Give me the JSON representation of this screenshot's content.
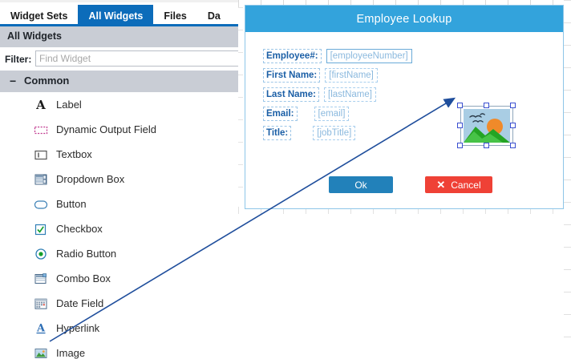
{
  "tabs": [
    {
      "label": "Widget Sets",
      "active": false
    },
    {
      "label": "All Widgets",
      "active": true
    },
    {
      "label": "Files",
      "active": false
    },
    {
      "label": "Da",
      "active": false
    }
  ],
  "panel": {
    "header_title": "All Widgets",
    "filter_label": "Filter:",
    "filter_placeholder": "Find Widget",
    "filter_value": "",
    "group": {
      "collapse_glyph": "−",
      "label": "Common"
    },
    "items": [
      {
        "label": "Label",
        "icon": "label-icon"
      },
      {
        "label": "Dynamic Output Field",
        "icon": "dynamic-output-field-icon"
      },
      {
        "label": "Textbox",
        "icon": "textbox-icon"
      },
      {
        "label": "Dropdown Box",
        "icon": "dropdown-box-icon"
      },
      {
        "label": "Button",
        "icon": "button-icon"
      },
      {
        "label": "Checkbox",
        "icon": "checkbox-icon"
      },
      {
        "label": "Radio Button",
        "icon": "radio-button-icon"
      },
      {
        "label": "Combo Box",
        "icon": "combo-box-icon"
      },
      {
        "label": "Date Field",
        "icon": "date-field-icon"
      },
      {
        "label": "Hyperlink",
        "icon": "hyperlink-icon"
      },
      {
        "label": "Image",
        "icon": "image-icon"
      }
    ]
  },
  "dialog": {
    "title": "Employee Lookup",
    "fields": [
      {
        "label": "Employee#:",
        "value": "[employeeNumber]",
        "selected": true
      },
      {
        "label": "First Name:",
        "value": "[firstName]",
        "selected": false
      },
      {
        "label": "Last Name:",
        "value": "[lastName]",
        "selected": false
      },
      {
        "label": "Email:",
        "value": "[email]",
        "selected": false
      },
      {
        "label": "Title:",
        "value": "[jobTitle]",
        "selected": false
      }
    ],
    "image_widget": {
      "name": "image-widget",
      "selected": true,
      "handle_count": 8
    },
    "buttons": {
      "ok_label": "Ok",
      "cancel_label": "Cancel",
      "cancel_glyph": "✕"
    }
  },
  "annotation": {
    "type": "arrow",
    "from_label": "Image",
    "to_label": "image-widget",
    "color": "#1f4e9c"
  },
  "colors": {
    "active_tab": "#0c6cba",
    "panel_header": "#c9cdd5",
    "dialog_titlebar": "#33a3dc",
    "ok_button": "#2281ba",
    "cancel_button": "#ef4136",
    "field_label_text": "#1b5fa6",
    "field_value_text": "#8bb9de",
    "selection_handle": "#3a4fd0"
  }
}
